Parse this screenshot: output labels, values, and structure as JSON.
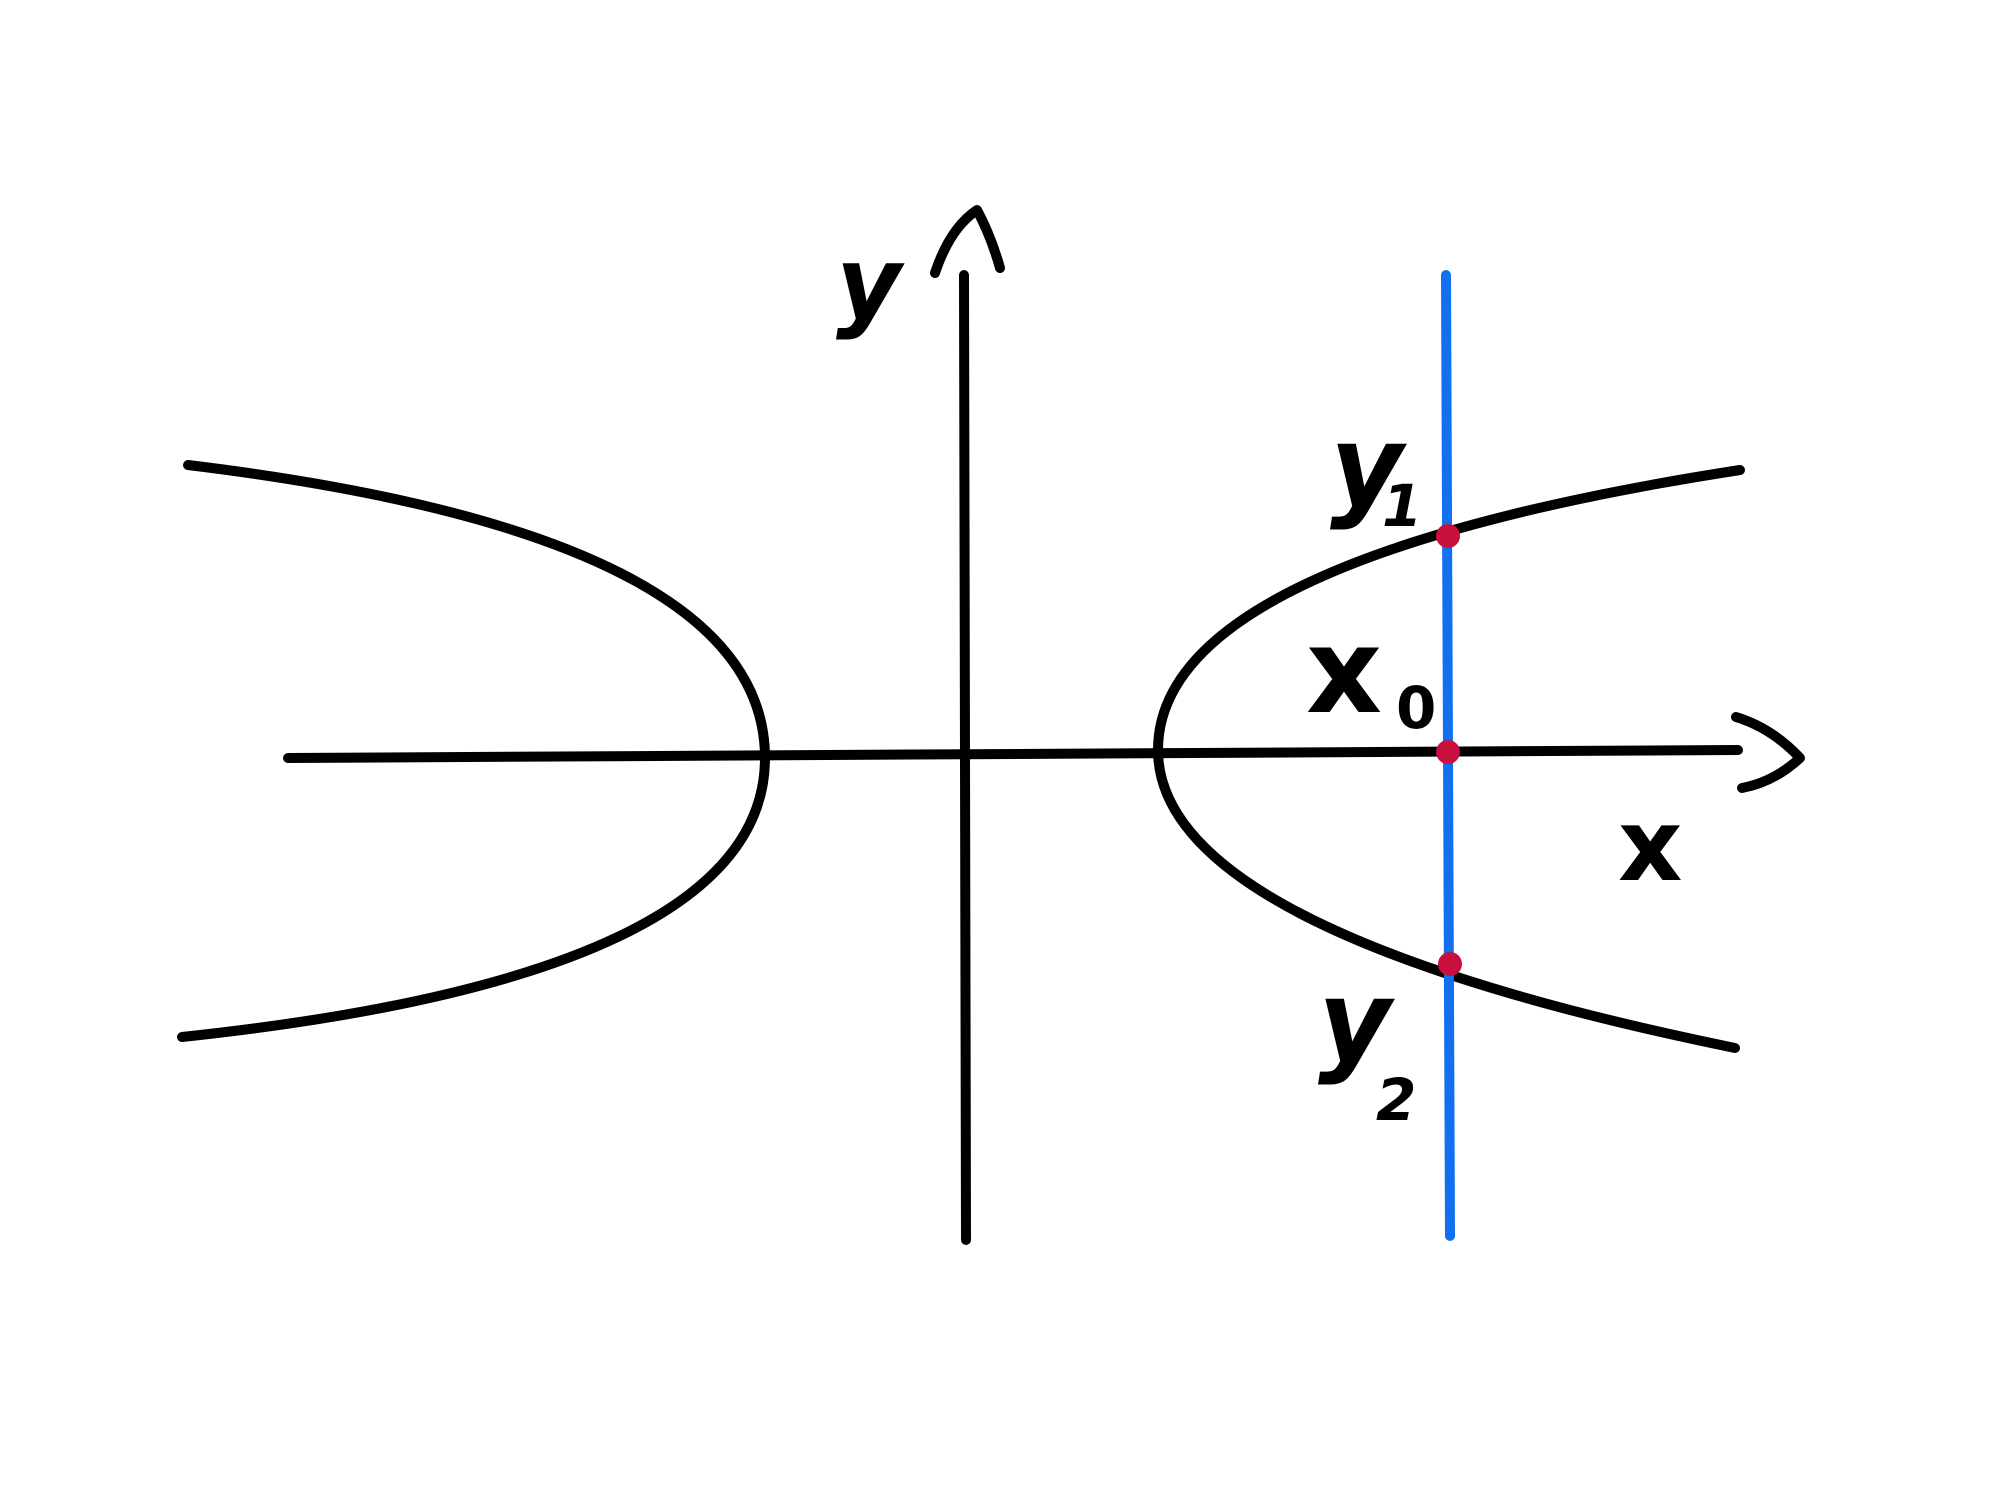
{
  "diagram": {
    "labels": {
      "y_axis": "y",
      "x_axis": "x",
      "x0_main": "x",
      "x0_sub": "0",
      "y1_main": "y",
      "y1_sub": "1",
      "y2_main": "y",
      "y2_sub": "2"
    },
    "colors": {
      "curves": "#000000",
      "vertical_line": "#1070f0",
      "points": "#c8103c",
      "background": "#ffffff"
    }
  }
}
